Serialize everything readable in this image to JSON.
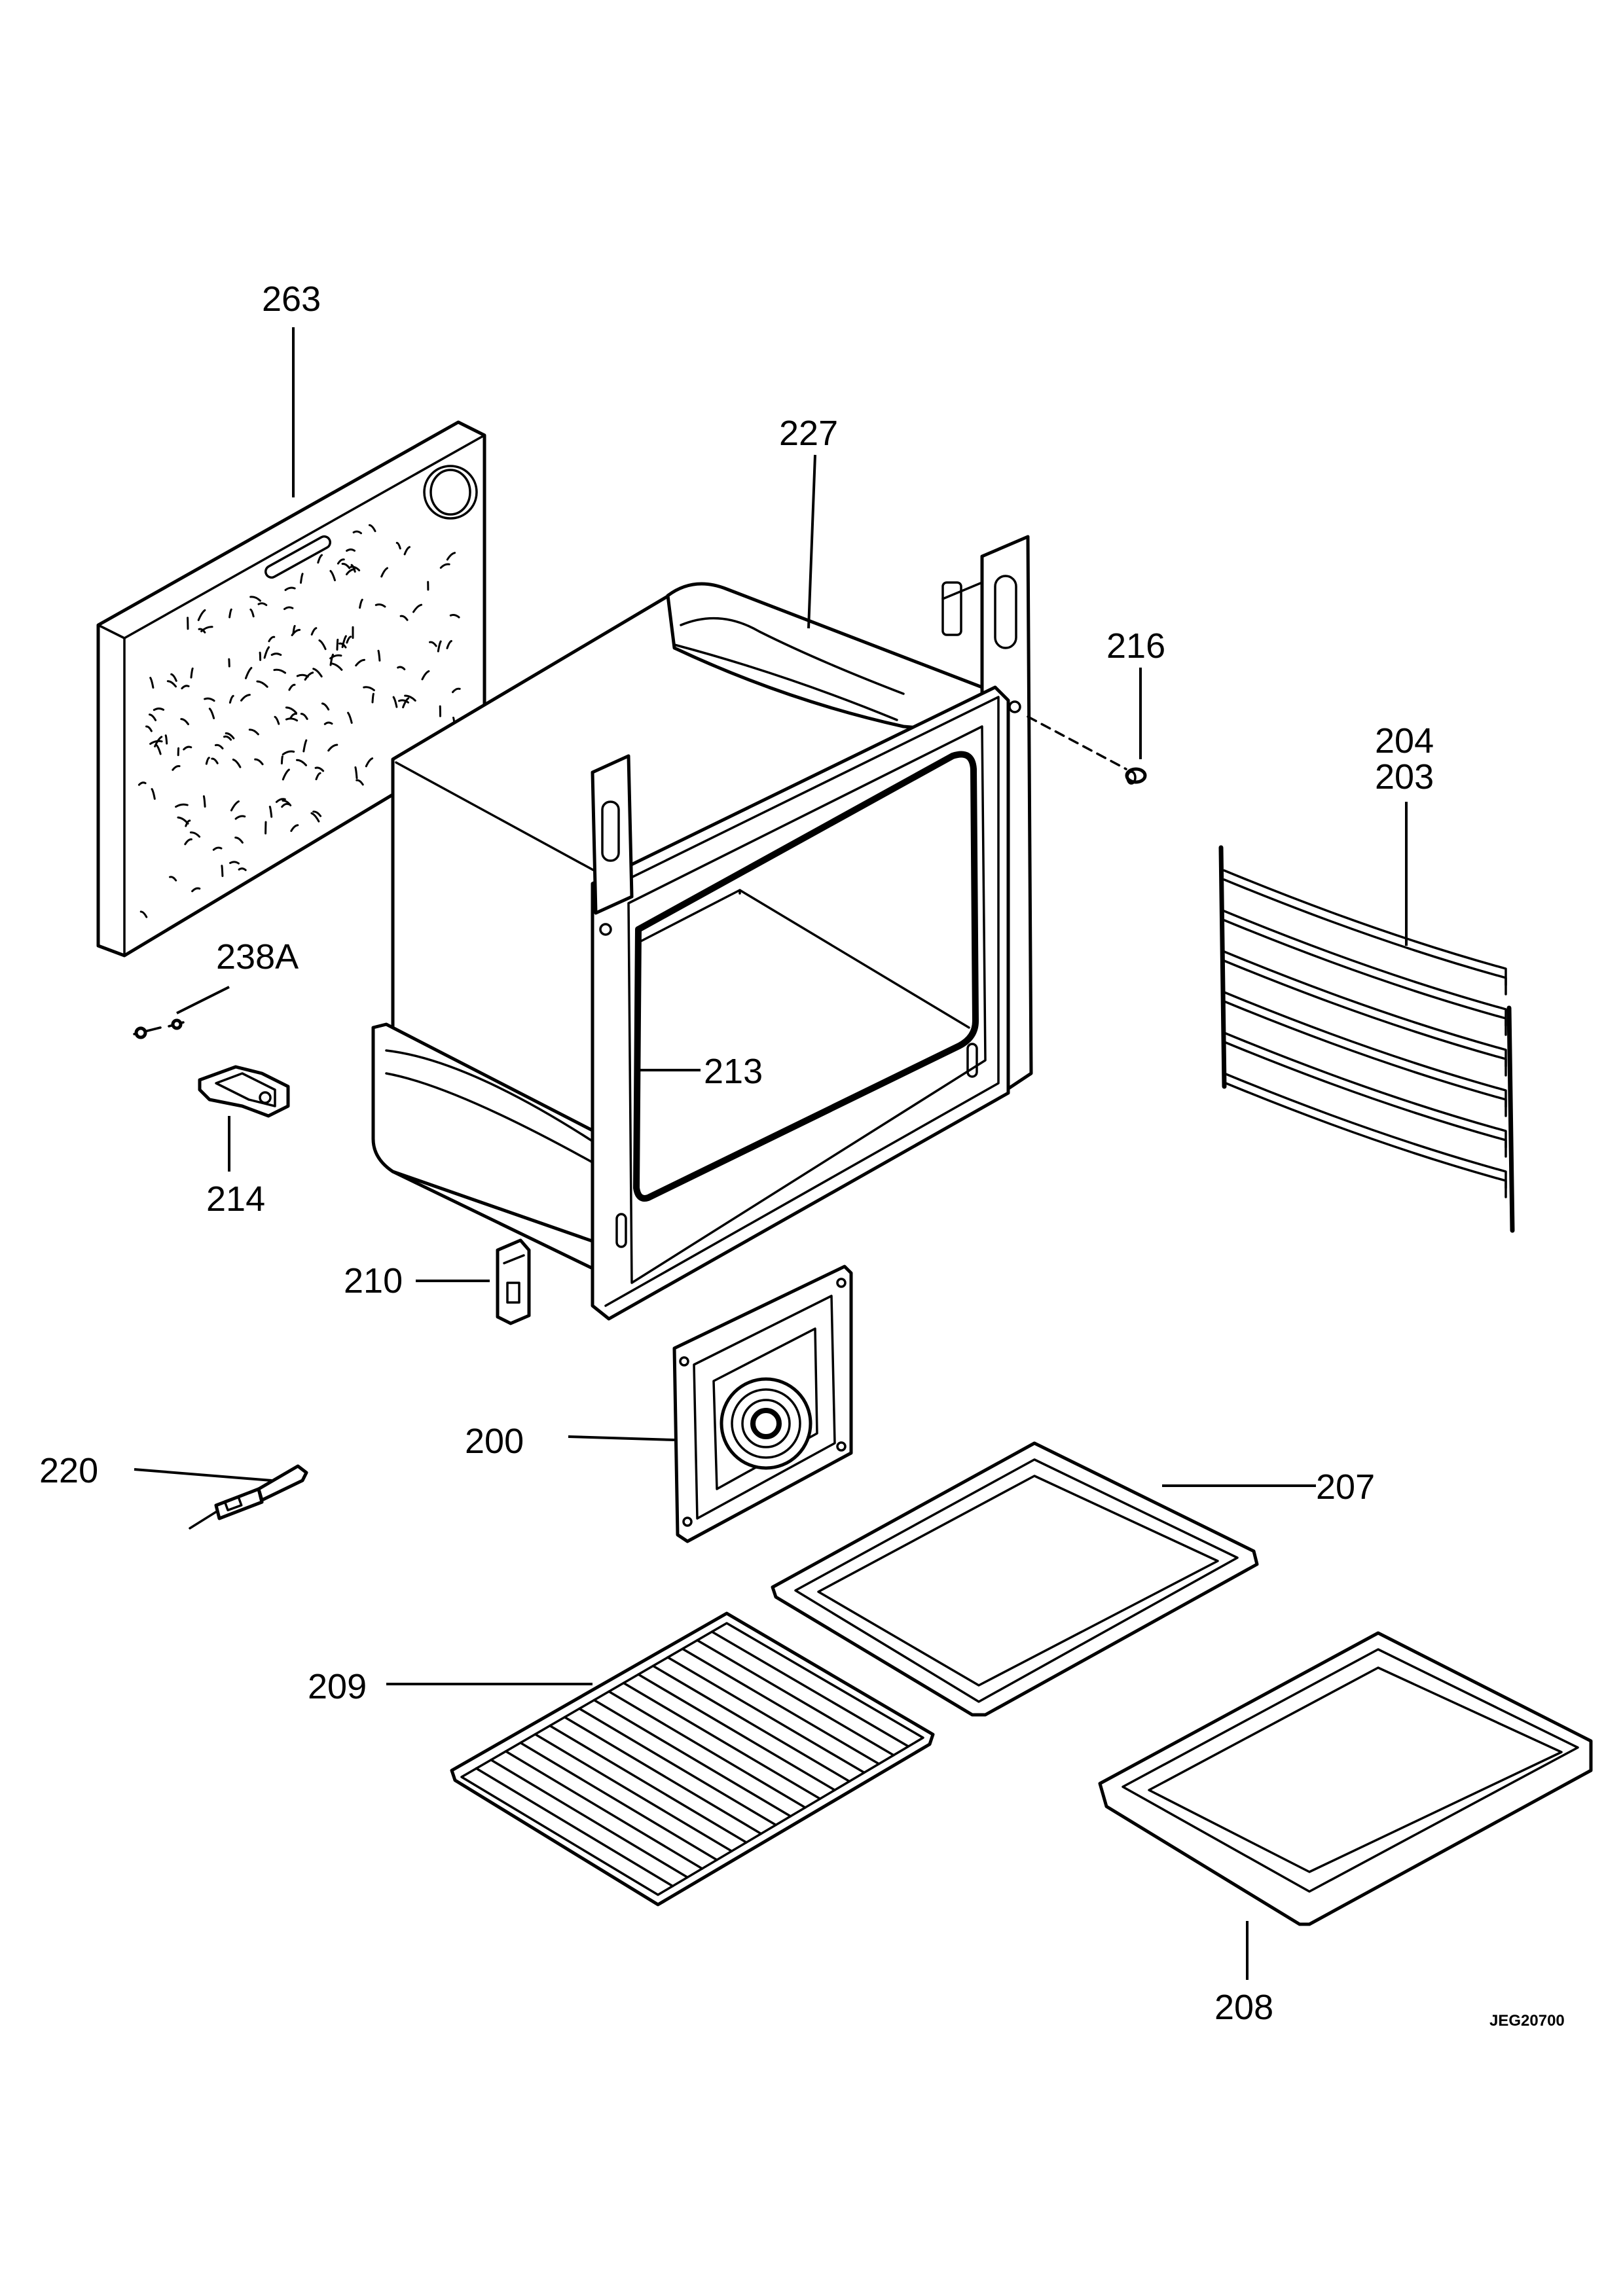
{
  "labels": {
    "p263": "263",
    "p227": "227",
    "p216": "216",
    "p204": "204",
    "p203": "203",
    "p238a": "238A",
    "p213": "213",
    "p214": "214",
    "p210": "210",
    "p200": "200",
    "p220": "220",
    "p207": "207",
    "p209": "209",
    "p208": "208"
  },
  "drawing_code": "JEG20700"
}
